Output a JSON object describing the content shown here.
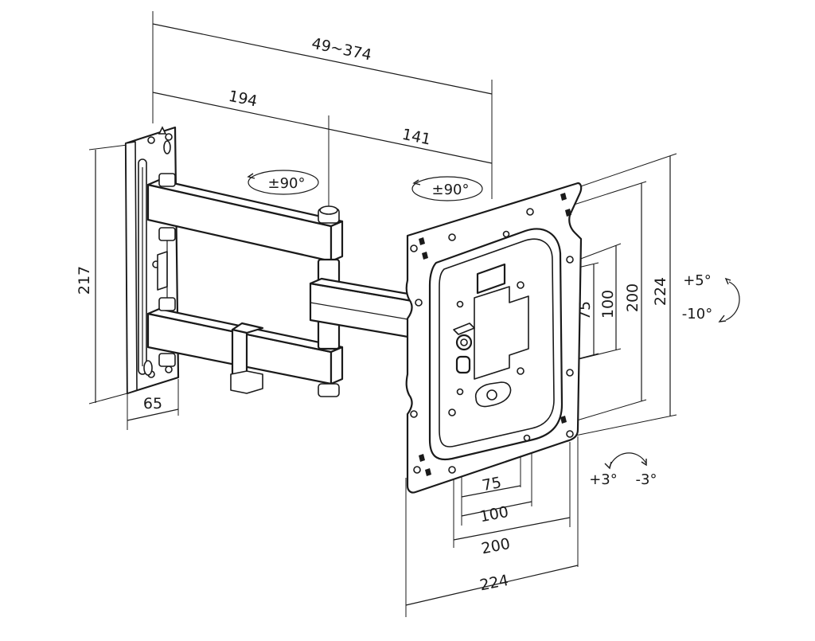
{
  "dimensions": {
    "total_reach": "49~374",
    "arm_segment_1": "194",
    "arm_segment_2": "141",
    "wall_plate_height": "217",
    "wall_plate_width": "65",
    "vesa_h_75": "75",
    "vesa_h_100": "100",
    "vesa_h_200": "200",
    "vesa_h_224": "224",
    "vesa_v_75": "75",
    "vesa_v_100": "100",
    "vesa_v_200": "200",
    "vesa_v_224": "224"
  },
  "rotation": {
    "swivel_1": "±90°",
    "swivel_2": "±90°",
    "tilt_up": "+5°",
    "tilt_down": "-10°",
    "level_plus": "+3°",
    "level_minus": "-3°"
  }
}
